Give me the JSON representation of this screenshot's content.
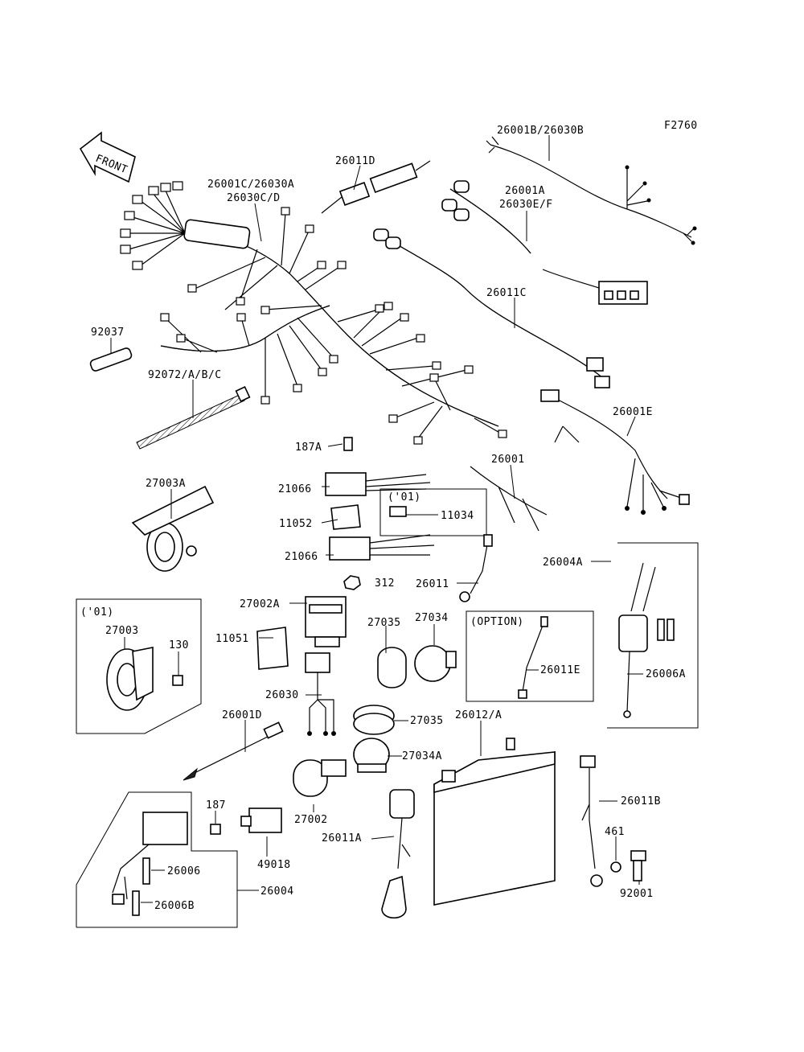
{
  "figure_code": "F2760",
  "front_arrow_text": "FRONT",
  "labels": {
    "l26001B": "26001B/26030B",
    "l26011D": "26011D",
    "l26001C": "26001C/26030A",
    "l26030C": "26030C/D",
    "l26001A": "26001A",
    "l26030E": "26030E/F",
    "l26011C": "26011C",
    "l92037": "92037",
    "l92072": "92072/A/B/C",
    "l26001E": "26001E",
    "l187A": "187A",
    "l26001": "26001",
    "l27003A": "27003A",
    "l21066a": "21066",
    "l01a": "('01)",
    "l11034": "11034",
    "l11052": "11052",
    "l21066b": "21066",
    "l26004A": "26004A",
    "l312": "312",
    "l26011": "26011",
    "l27002A": "27002A",
    "l01b": "('01)",
    "l27035a": "27035",
    "l27034": "27034",
    "l27003": "27003",
    "l130": "130",
    "l11051": "11051",
    "l26006A": "26006A",
    "l26030": "26030",
    "lOption": "(OPTION)",
    "l26011E": "26011E",
    "l27035b": "27035",
    "l26012": "26012/A",
    "l26001D": "26001D",
    "l27034A": "27034A",
    "l187": "187",
    "l27002": "27002",
    "l26011B": "26011B",
    "l49018": "49018",
    "l26011A": "26011A",
    "l461": "461",
    "l26006": "26006",
    "l26004": "26004",
    "l26006B": "26006B",
    "l92001": "92001"
  }
}
